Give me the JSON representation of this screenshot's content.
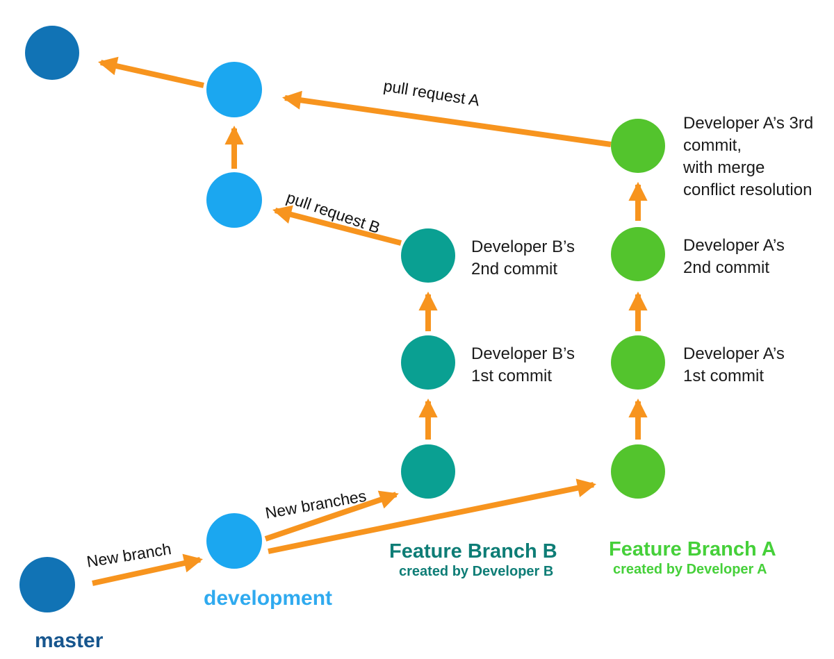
{
  "colors": {
    "master": "#1173B5",
    "development": "#1BA7F0",
    "feature_b": "#0AA092",
    "feature_a": "#53C42D",
    "arrow": "#F7941E",
    "master_label": "#17568E",
    "development_label": "#2FAAEF",
    "feature_b_label": "#0E7D76",
    "feature_a_label": "#46D03A",
    "commit_text": "#1A1A1A",
    "arrow_label_text": "#111111"
  },
  "branches": {
    "master": {
      "label": "master"
    },
    "development": {
      "label": "development"
    },
    "feature_b": {
      "title": "Feature Branch B",
      "subtitle": "created by Developer B"
    },
    "feature_a": {
      "title": "Feature Branch A",
      "subtitle": "created by Developer A"
    }
  },
  "arrow_labels": {
    "new_branch": "New branch",
    "new_branches": "New branches",
    "pull_request_a": "pull request A",
    "pull_request_b": "pull request B"
  },
  "commit_labels": {
    "b_commit_2": "Developer B’s\n2nd commit",
    "b_commit_1": "Developer B’s\n1st commit",
    "a_commit_3": "Developer A’s 3rd\ncommit,\nwith merge\nconflict resolution",
    "a_commit_2": "Developer A’s\n2nd commit",
    "a_commit_1": "Developer A’s\n1st commit"
  }
}
